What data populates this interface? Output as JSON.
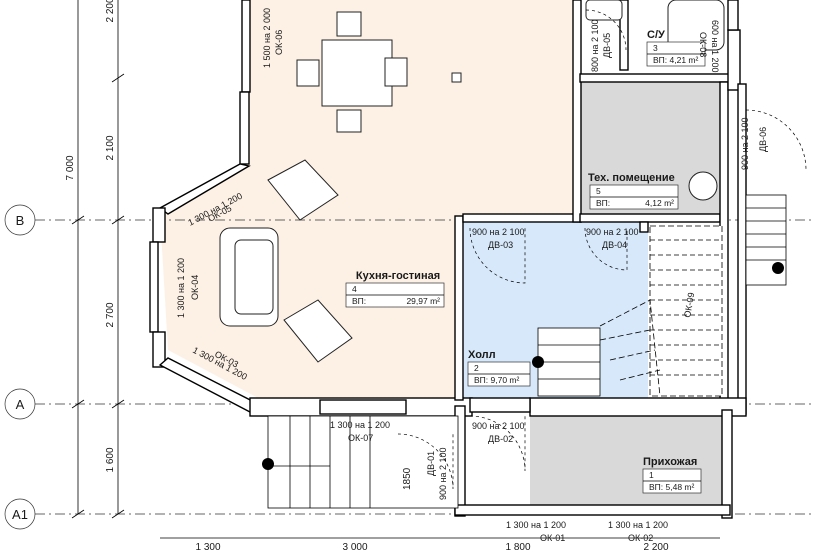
{
  "axes": {
    "a1": "А1",
    "a": "А",
    "b": "В"
  },
  "dims": {
    "left_top": "2 200",
    "left_total": "7 000",
    "left_2100": "2 100",
    "left_2700": "2 700",
    "left_1600": "1 600",
    "bottom_1300": "1 300",
    "bottom_3000": "3 000",
    "bottom_1800": "1 800",
    "bottom_2200": "2 200",
    "dim_1850": "1850"
  },
  "rooms": {
    "kitchen": {
      "name": "Кухня-гостиная",
      "num": "4",
      "area_label": "ВП:",
      "area": "29,97 m²"
    },
    "hall": {
      "name": "Холл",
      "num": "2",
      "area": "ВП: 9,70 m²"
    },
    "entry": {
      "name": "Прихожая",
      "num": "1",
      "area": "ВП: 5,48 m²"
    },
    "tech": {
      "name": "Тех. помещение",
      "num": "5",
      "area_label": "ВП:",
      "area": "4,12 m²"
    },
    "wc": {
      "name": "С/У",
      "num": "3",
      "area": "ВП: 4,21 m²"
    }
  },
  "doors": {
    "dv01": {
      "size": "900 на 2 100",
      "tag": "ДВ-01"
    },
    "dv02": {
      "size": "900 на 2 100",
      "tag": "ДВ-02"
    },
    "dv03": {
      "size": "900 на 2 100",
      "tag": "ДВ-03"
    },
    "dv04": {
      "size": "900 на 2 100",
      "tag": "ДВ-04"
    },
    "dv05": {
      "size": "800 на 2 100",
      "tag": "ДВ-05"
    },
    "dv06": {
      "size": "900 на 2 100",
      "tag": "ДВ-06"
    }
  },
  "windows": {
    "ok01": {
      "size": "1 300 на 1 200",
      "tag": "ОК-01"
    },
    "ok02": {
      "size": "1 300 на 1 200",
      "tag": "ОК-02"
    },
    "ok03": {
      "size": "1 300 на 1 200",
      "tag": "ОК-03"
    },
    "ok04": {
      "size": "1 300 на 1 200",
      "tag": "ОК-04"
    },
    "ok05": {
      "size": "1 300 на 1 200",
      "tag": "ОК-05"
    },
    "ok06": {
      "size": "1 500 на 2 000",
      "tag": "ОК-06"
    },
    "ok07": {
      "size": "1 300 на 1 200",
      "tag": "ОК-07"
    },
    "ok08": {
      "size": "600 на 1 200",
      "tag": "ОК-08"
    },
    "ok09": {
      "tag": "ОК-09"
    }
  },
  "colors": {
    "kitchen": "#fdf1e5",
    "hall": "#d6e8fa",
    "entry": "#d9d9d9",
    "tech": "#d9d9d9",
    "wc": "#ffffff"
  },
  "icons": [
    "dining-table",
    "armchair",
    "sofa",
    "stair-arrow",
    "bathtub",
    "toilet",
    "sink"
  ]
}
